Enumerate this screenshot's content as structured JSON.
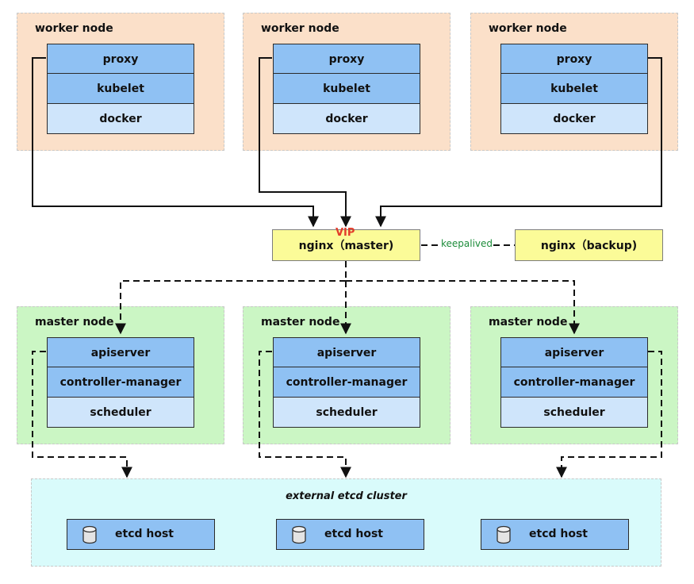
{
  "worker_nodes": [
    {
      "title": "worker node",
      "components": [
        "proxy",
        "kubelet",
        "docker"
      ]
    },
    {
      "title": "worker node",
      "components": [
        "proxy",
        "kubelet",
        "docker"
      ]
    },
    {
      "title": "worker node",
      "components": [
        "proxy",
        "kubelet",
        "docker"
      ]
    }
  ],
  "load_balancer": {
    "master_label": "nginx（master)",
    "backup_label": "nginx（backup)",
    "vip_label": "VIP",
    "keepalived_label": "keepalived"
  },
  "master_nodes": [
    {
      "title": "master node",
      "components": [
        "apiserver",
        "controller-manager",
        "scheduler"
      ]
    },
    {
      "title": "master node",
      "components": [
        "apiserver",
        "controller-manager",
        "scheduler"
      ]
    },
    {
      "title": "master node",
      "components": [
        "apiserver",
        "controller-manager",
        "scheduler"
      ]
    }
  ],
  "etcd": {
    "title": "external etcd cluster",
    "hosts": [
      {
        "label": "etcd host"
      },
      {
        "label": "etcd host"
      },
      {
        "label": "etcd host"
      }
    ]
  },
  "colors": {
    "worker_bg": "#fbe0c9",
    "master_bg": "#cbf6c4",
    "etcd_bg": "#d9fbfb",
    "component_dark": "#8fc1f3",
    "component_light": "#cfe5fb",
    "lb_bg": "#fbfb98",
    "vip": "#e23b2a",
    "keepalived": "#1c8c3a"
  },
  "icons": {
    "etcd_host": "database-cylinder-icon"
  }
}
